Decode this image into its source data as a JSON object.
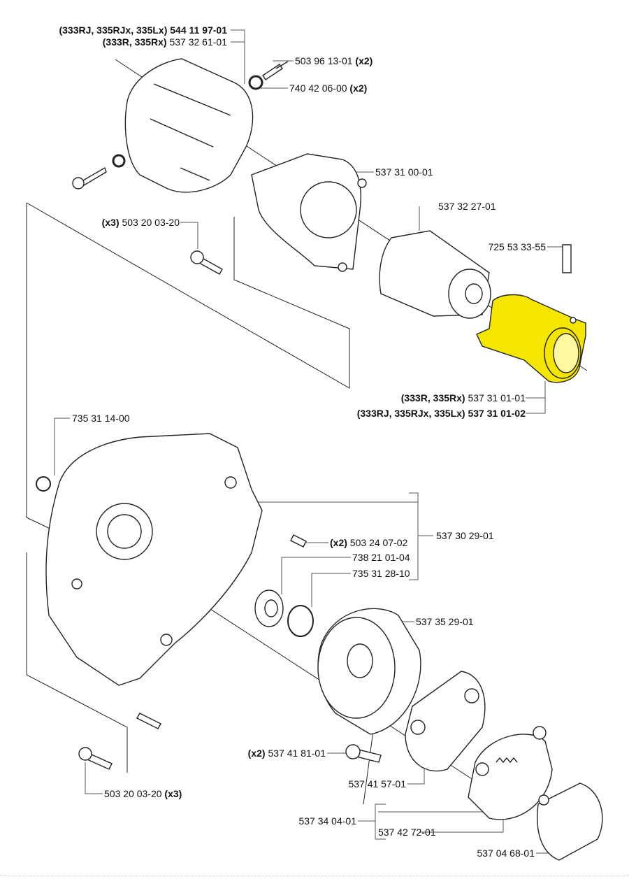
{
  "diagram": {
    "title": "Exploded parts diagram - clutch housing assembly",
    "highlight_color": "#f5e600",
    "line_color": "#222222",
    "leader_color": "#555555",
    "labels": [
      {
        "id": "cover_rj",
        "prefix": "(333RJ, 335RJx, 335Lx)",
        "part": "544 11 97-01",
        "suffix": "",
        "part_bold": true
      },
      {
        "id": "cover_r",
        "prefix": "(333R, 335Rx)",
        "part": "537 32 61-01",
        "suffix": "",
        "part_bold": false
      },
      {
        "id": "screw_top",
        "prefix": "",
        "part": "503 96 13-01",
        "suffix": "(x2)",
        "part_bold": false
      },
      {
        "id": "oring_top",
        "prefix": "",
        "part": "740 42 06-00",
        "suffix": "(x2)",
        "part_bold": false
      },
      {
        "id": "housing",
        "prefix": "",
        "part": "537 31 00-01",
        "suffix": "",
        "part_bold": false
      },
      {
        "id": "screw_x3_top",
        "prefix": "(x3)",
        "part": "503 20 03-20",
        "suffix": "",
        "part_bold": false
      },
      {
        "id": "sleeve",
        "prefix": "",
        "part": "537 32 27-01",
        "suffix": "",
        "part_bold": false
      },
      {
        "id": "cap_screw",
        "prefix": "",
        "part": "725 53 33-55",
        "suffix": "",
        "part_bold": false
      },
      {
        "id": "clamp_r",
        "prefix": "(333R, 335Rx)",
        "part": "537 31 01-01",
        "suffix": "",
        "part_bold": false
      },
      {
        "id": "clamp_rj",
        "prefix": "(333RJ, 335RJx, 335Lx)",
        "part": "537 31 01-02",
        "suffix": "",
        "part_bold": true
      },
      {
        "id": "circlip",
        "prefix": "",
        "part": "735 31 14-00",
        "suffix": "",
        "part_bold": false
      },
      {
        "id": "pin",
        "prefix": "(x2)",
        "part": "503 24 07-02",
        "suffix": "",
        "part_bold": false
      },
      {
        "id": "crankcase",
        "prefix": "",
        "part": "537 30 29-01",
        "suffix": "",
        "part_bold": false
      },
      {
        "id": "bearing",
        "prefix": "",
        "part": "738 21 01-04",
        "suffix": "",
        "part_bold": false
      },
      {
        "id": "retaining_ring",
        "prefix": "",
        "part": "735 31 28-10",
        "suffix": "",
        "part_bold": false
      },
      {
        "id": "drum",
        "prefix": "",
        "part": "537 35 29-01",
        "suffix": "",
        "part_bold": false
      },
      {
        "id": "shoulder_screw",
        "prefix": "(x2)",
        "part": "537 41 81-01",
        "suffix": "",
        "part_bold": false
      },
      {
        "id": "washer",
        "prefix": "",
        "part": "537 41 57-01",
        "suffix": "",
        "part_bold": false
      },
      {
        "id": "clutch",
        "prefix": "",
        "part": "537 34 04-01",
        "suffix": "",
        "part_bold": false
      },
      {
        "id": "spring",
        "prefix": "",
        "part": "537 42 72-01",
        "suffix": "",
        "part_bold": false
      },
      {
        "id": "plate",
        "prefix": "",
        "part": "537 04 68-01",
        "suffix": "",
        "part_bold": false
      },
      {
        "id": "screw_x3_bottom",
        "prefix": "",
        "part": "503 20 03-20",
        "suffix": "(x3)",
        "part_bold": false
      }
    ]
  }
}
